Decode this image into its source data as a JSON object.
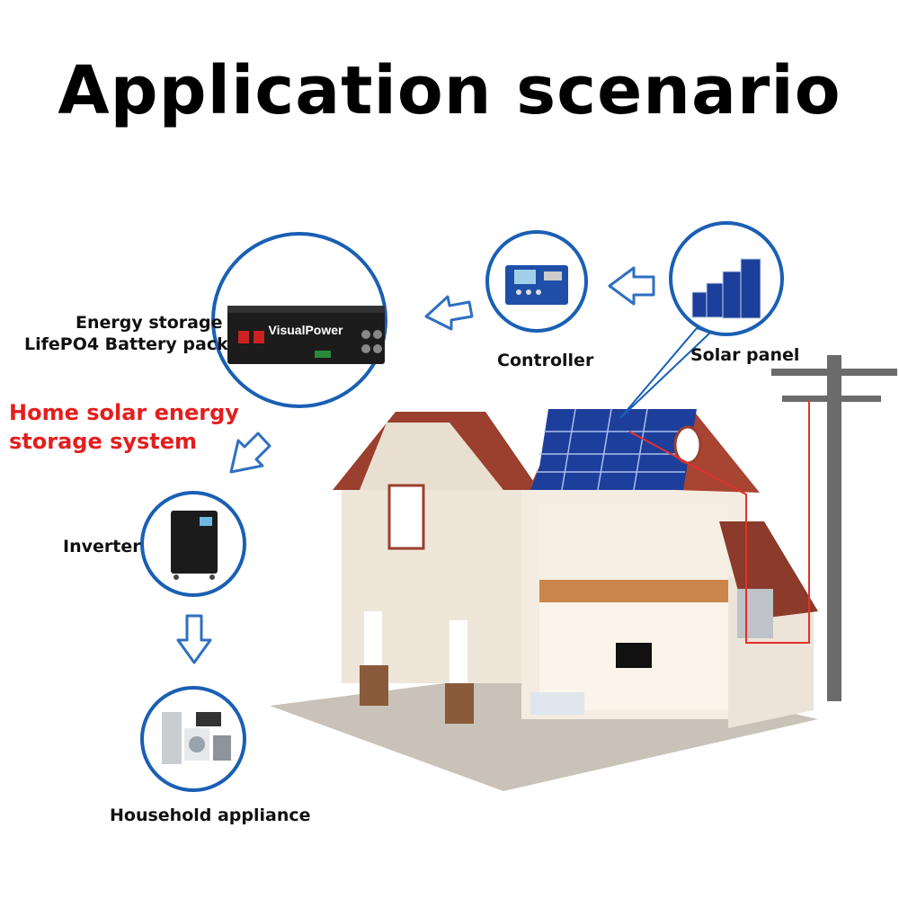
{
  "title": "Application scenario",
  "subtitle": [
    "Home solar energy",
    "storage system"
  ],
  "components": {
    "battery": {
      "label_line1": "Energy storage",
      "label_line2": "LifePO4 Battery pack",
      "brand": "VisualPower"
    },
    "controller": {
      "label": "Controller"
    },
    "solar_panel": {
      "label": "Solar panel"
    },
    "inverter": {
      "label": "Inverter"
    },
    "appliance": {
      "label": "Household appliance"
    }
  },
  "colors": {
    "circle": "#1a5fb4",
    "arrow": "#2f6fc2",
    "accent": "#e41e1e"
  }
}
